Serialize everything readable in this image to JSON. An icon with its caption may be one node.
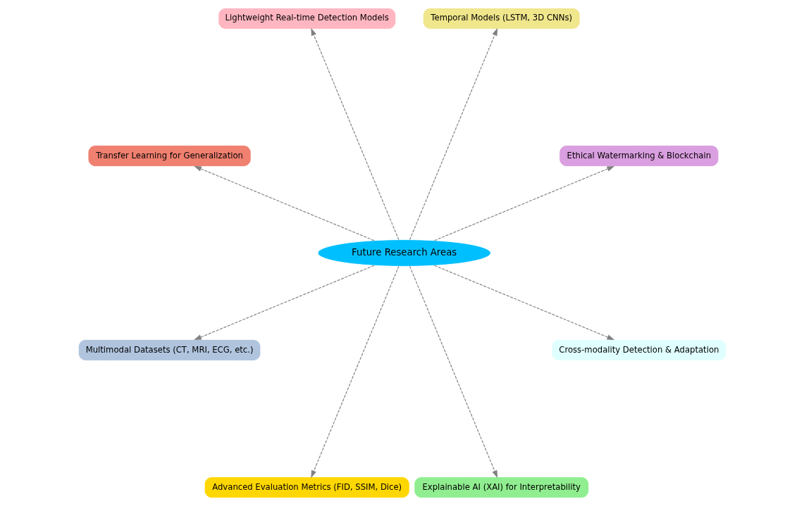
{
  "diagram": {
    "nodes": [
      {
        "text": [
          "Future Research Areas"
        ]
      },
      {
        "text": [
          "Ethical Watermarking & Blockchain"
        ]
      },
      {
        "text": [
          "Temporal Models (LSTM, 3D CNNs)"
        ]
      },
      {
        "text": [
          "Lightweight Real-time Detection Models"
        ]
      },
      {
        "text": [
          "Transfer Learning for Generalization"
        ]
      },
      {
        "text": [
          "Multimodal Datasets (CT, MRI, ECG, etc.)"
        ]
      },
      {
        "text": [
          "Advanced Evaluation Metrics (FID, SSIM, Dice)"
        ]
      },
      {
        "text": [
          "Explainable AI (XAI) for Interpretability"
        ]
      },
      {
        "text": [
          "Cross-modality Detection & Adaptation"
        ]
      }
    ],
    "edges": [
      {
        "from": 0,
        "to": 1,
        "arrow": "to",
        "style": "dashed"
      },
      {
        "from": 0,
        "to": 2,
        "arrow": "to",
        "style": "dashed"
      },
      {
        "from": 0,
        "to": 4,
        "arrow": "to",
        "style": "dashed"
      },
      {
        "from": 0,
        "to": 6,
        "arrow": "to",
        "style": "dashed"
      },
      {
        "from": 0,
        "to": 8,
        "arrow": "to",
        "style": "dashed"
      },
      {
        "from": 0,
        "to": 7,
        "arrow": "to",
        "style": "dashed"
      },
      {
        "from": 0,
        "to": 5,
        "arrow": "to",
        "style": "dashed"
      },
      {
        "from": 0,
        "to": 3,
        "arrow": "to",
        "style": "dashed"
      }
    ]
  }
}
